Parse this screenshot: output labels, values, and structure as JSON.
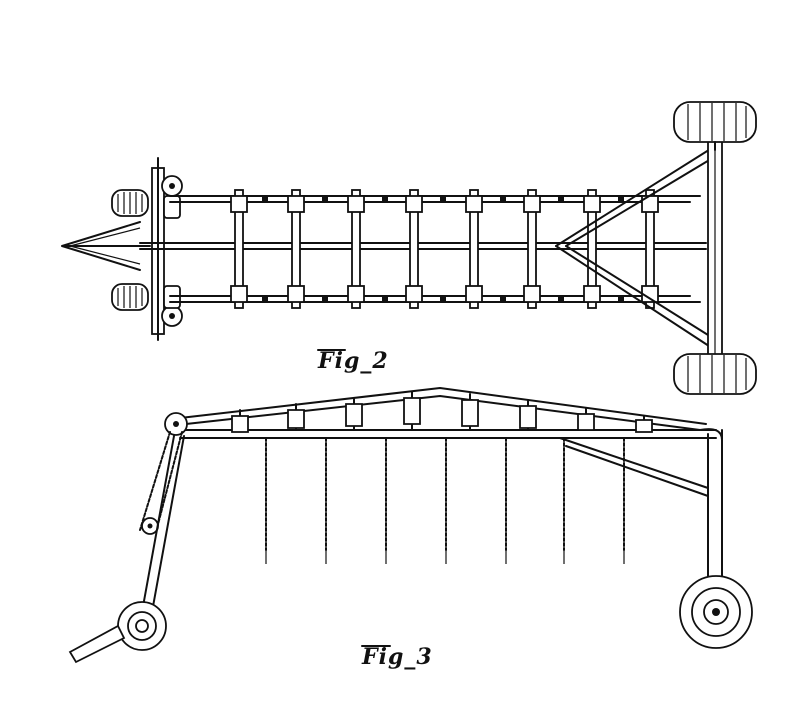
{
  "figures": [
    {
      "id": "fig-2",
      "caption": "Fig_2",
      "view": "top"
    },
    {
      "id": "fig-3",
      "caption": "Fig_3",
      "view": "side"
    }
  ],
  "colors": {
    "ink": "#111111",
    "paper": "#ffffff"
  }
}
